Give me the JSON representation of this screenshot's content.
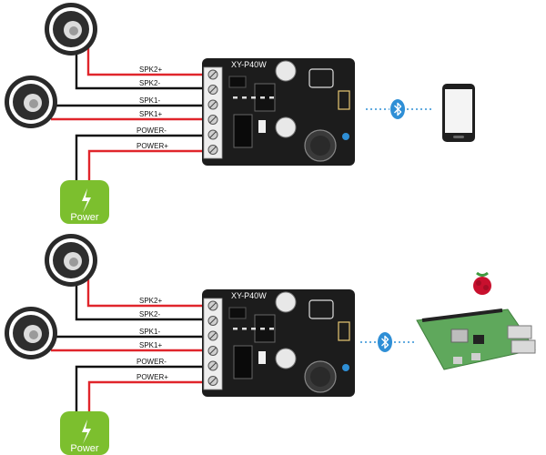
{
  "diagrams": [
    {
      "board_label": "XY-P40W",
      "wires": [
        {
          "label": "SPK2+",
          "color": "#e0252b"
        },
        {
          "label": "SPK2-",
          "color": "#111111"
        },
        {
          "label": "SPK1-",
          "color": "#111111"
        },
        {
          "label": "SPK1+",
          "color": "#e0252b"
        },
        {
          "label": "POWER-",
          "color": "#111111"
        },
        {
          "label": "POWER+",
          "color": "#e0252b"
        }
      ],
      "power_label": "Power",
      "bluetooth_icon": "bluetooth-icon",
      "device_icon": "smartphone-icon"
    },
    {
      "board_label": "XY-P40W",
      "wires": [
        {
          "label": "SPK2+",
          "color": "#e0252b"
        },
        {
          "label": "SPK2-",
          "color": "#111111"
        },
        {
          "label": "SPK1-",
          "color": "#111111"
        },
        {
          "label": "SPK1+",
          "color": "#e0252b"
        },
        {
          "label": "POWER-",
          "color": "#111111"
        },
        {
          "label": "POWER+",
          "color": "#e0252b"
        }
      ],
      "power_label": "Power",
      "bluetooth_icon": "bluetooth-icon",
      "device_icon": "raspberry-pi-board-icon"
    }
  ],
  "colors": {
    "red_wire": "#e0252b",
    "black_wire": "#111111",
    "board": "#1c1c1c",
    "power_module": "#7cbf2e",
    "bluetooth": "#2f8fd6",
    "pi_board": "#5fa85c"
  }
}
